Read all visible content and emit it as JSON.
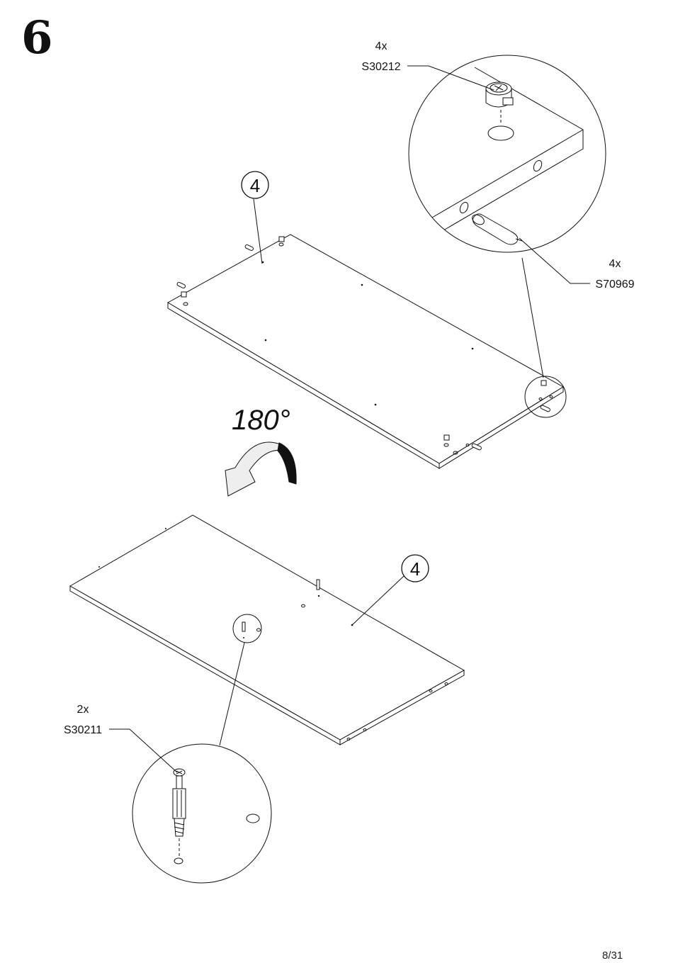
{
  "step": {
    "number": "6"
  },
  "rotation": {
    "label": "180°"
  },
  "parts": {
    "panel_callout_top": "4",
    "panel_callout_bottom": "4"
  },
  "hardware": [
    {
      "id": "cam-lock",
      "qty": "4x",
      "code": "S30212",
      "icon": "cam-lock-icon"
    },
    {
      "id": "dowel",
      "qty": "4x",
      "code": "S70969",
      "icon": "wooden-dowel-icon"
    },
    {
      "id": "cam-bolt",
      "qty": "2x",
      "code": "S30211",
      "icon": "cam-bolt-icon"
    }
  ],
  "page": {
    "number": "8/31"
  }
}
